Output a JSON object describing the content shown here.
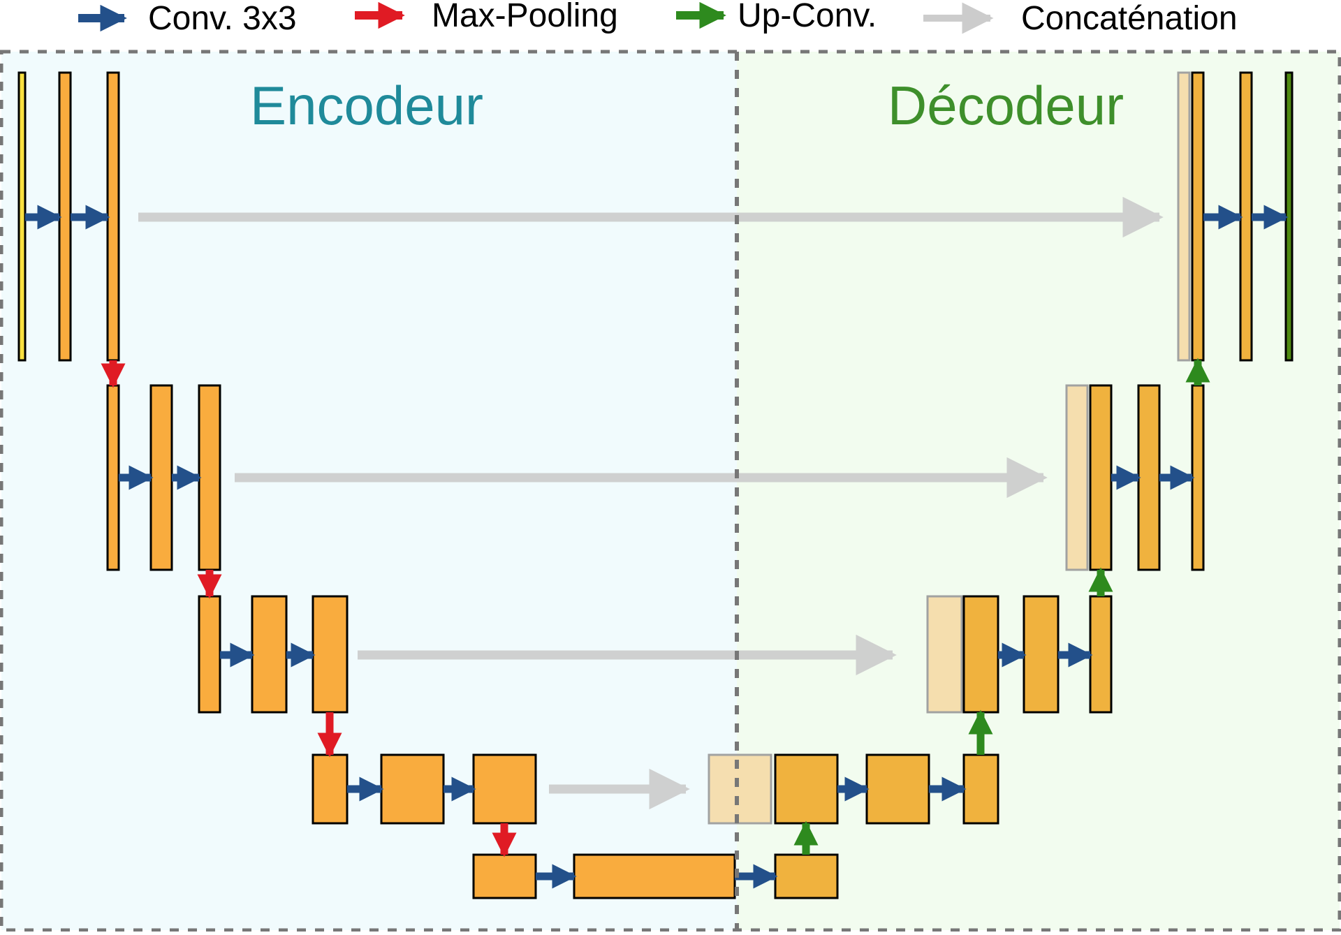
{
  "legend": {
    "conv": "Conv. 3x3",
    "pool": "Max-Pooling",
    "upconv": "Up-Conv.",
    "concat": "Concaténation"
  },
  "sections": {
    "encoder": "Encodeur",
    "decoder": "Décodeur"
  },
  "colors": {
    "conv_arrow": "#23508a",
    "pool_arrow": "#e01b24",
    "upconv_arrow": "#2e8a1e",
    "concat_arrow": "#cccccc",
    "feature_map": "#f9ac3e",
    "decoder_map": "#f0b23e",
    "copied_map": "#f6dba8",
    "input_map": "#f9e040",
    "output_map": "#4f8a10",
    "encoder_bg": "#f1fbfd",
    "decoder_bg": "#f2fcef",
    "encoder_title": "#1f8a9a",
    "decoder_title": "#3e8f2b",
    "border": "#777777"
  }
}
